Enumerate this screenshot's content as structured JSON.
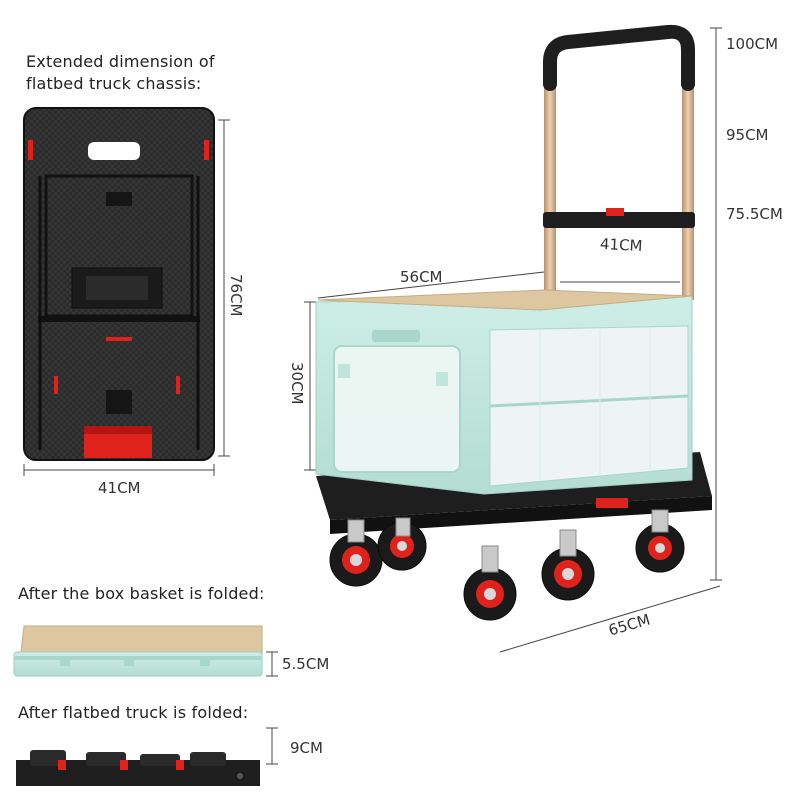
{
  "chassis": {
    "caption_line1": "Extended dimension of",
    "caption_line2": "flatbed truck chassis:",
    "length_label": "76CM",
    "width_label": "41CM"
  },
  "cart": {
    "height_100": "100CM",
    "height_95": "95CM",
    "height_75": "75.5CM",
    "handle_width": "41CM",
    "box_length": "56CM",
    "box_height": "30CM",
    "base_length": "65CM"
  },
  "folded_basket": {
    "caption": "After the box basket is folded:",
    "thickness": "5.5CM"
  },
  "folded_truck": {
    "caption": "After flatbed truck is folded:",
    "thickness": "9CM"
  },
  "colors": {
    "accent_red": "#e0221c",
    "box_mint": "#bfe6dc",
    "board_tan": "#dcc7a0",
    "handle_gold": "#d7b48f",
    "plastic_black": "#1e1e1e"
  }
}
